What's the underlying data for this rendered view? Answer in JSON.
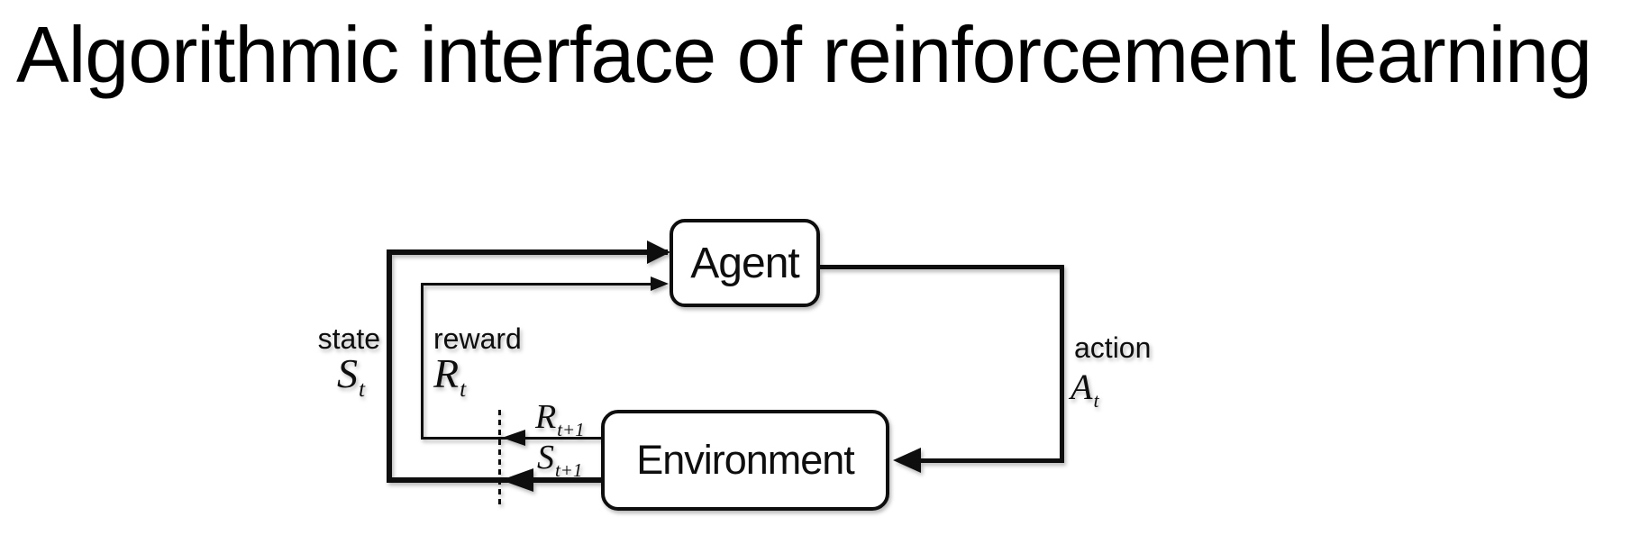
{
  "slide": {
    "title": "Algorithmic interface of reinforcement learning"
  },
  "diagram": {
    "nodes": {
      "agent": "Agent",
      "environment": "Environment"
    },
    "labels": {
      "state_word": "state",
      "reward_word": "reward",
      "action_word": "action",
      "state_sym": {
        "base": "S",
        "sub": "t"
      },
      "reward_sym": {
        "base": "R",
        "sub": "t"
      },
      "action_sym": {
        "base": "A",
        "sub": "t"
      },
      "next_reward_sym": {
        "base": "R",
        "sub": "t+1"
      },
      "next_state_sym": {
        "base": "S",
        "sub": "t+1"
      }
    },
    "colors": {
      "ink": "#0e0e0e",
      "background": "#ffffff"
    }
  }
}
